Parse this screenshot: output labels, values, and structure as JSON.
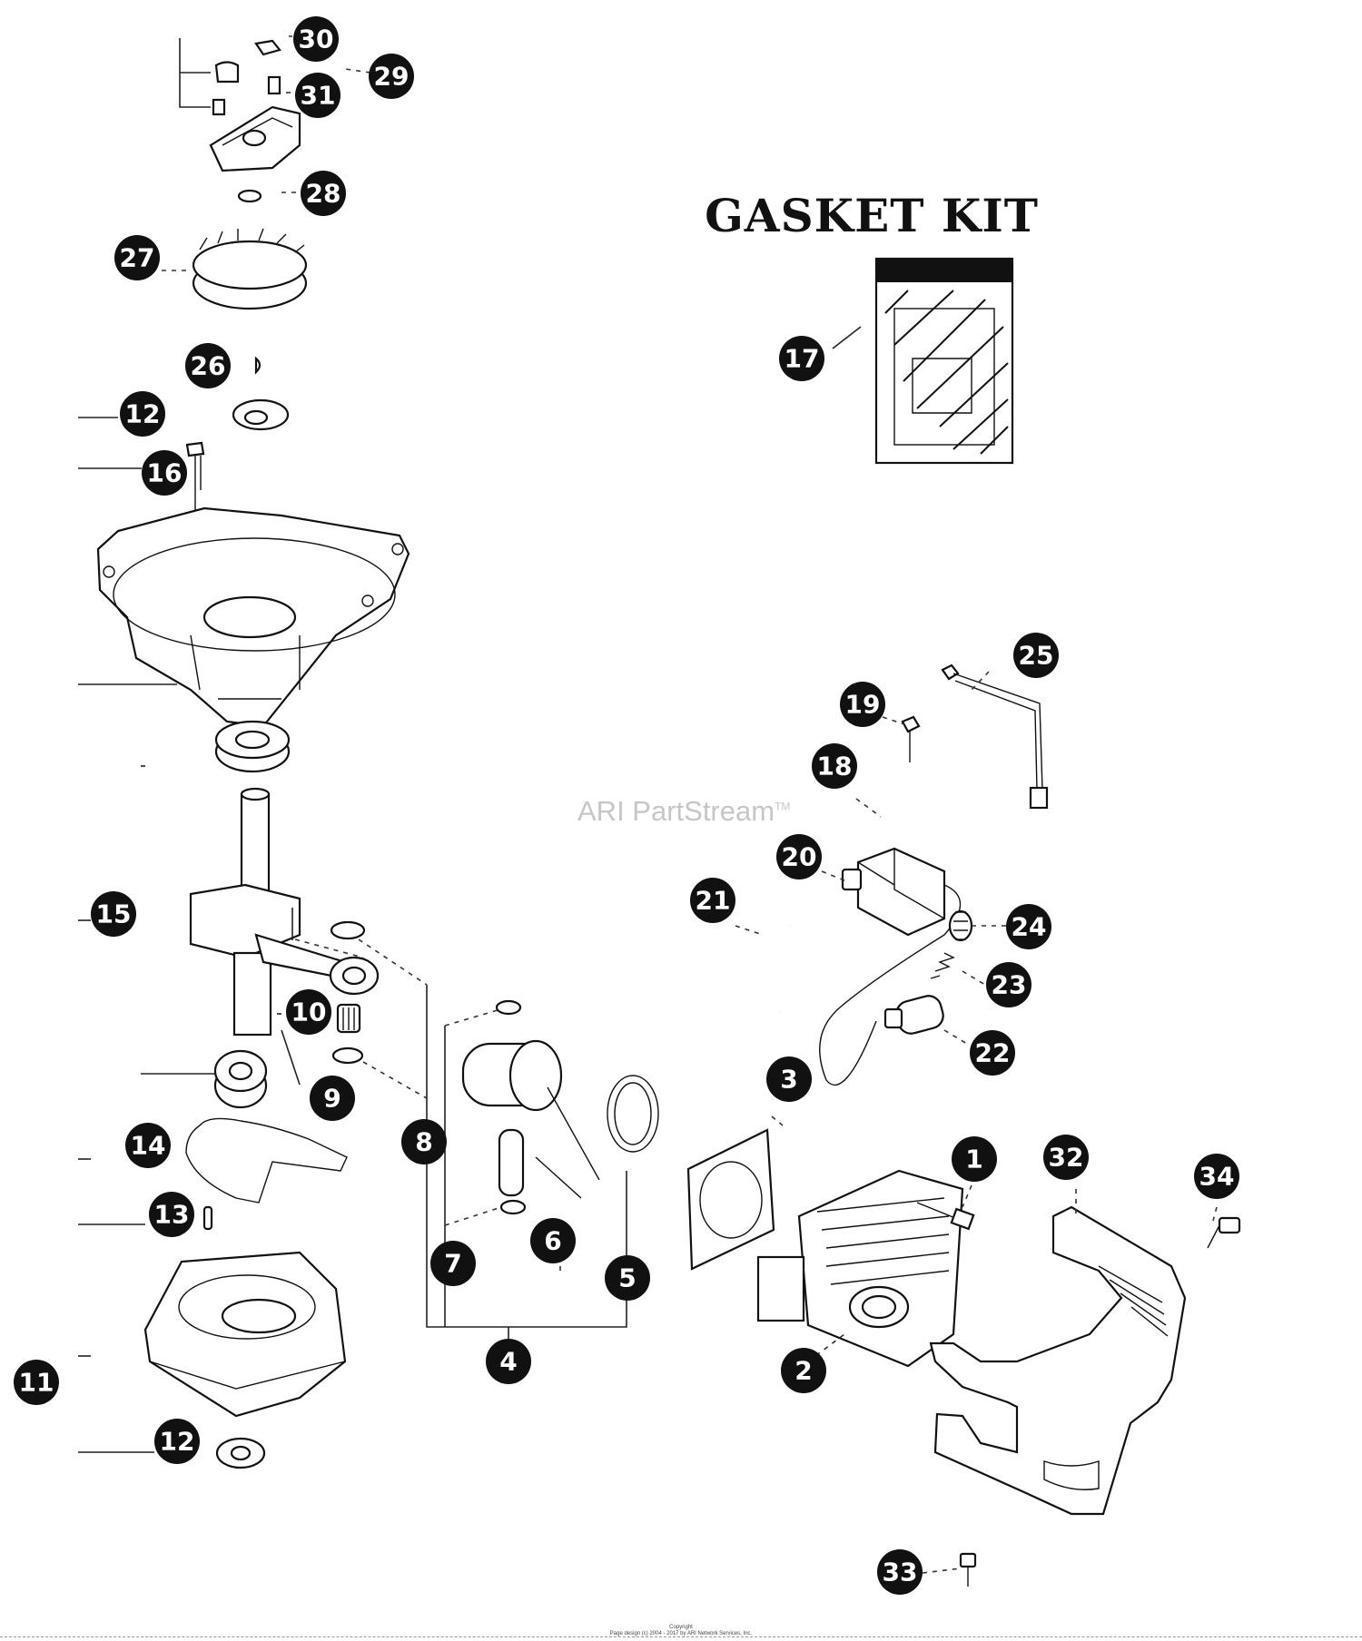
{
  "gasket_kit": {
    "title": "GASKET KIT"
  },
  "watermark": {
    "text": "ARI PartStream",
    "tm": "TM"
  },
  "copyright": {
    "line1": "Copyright",
    "line2": "Page design (c) 2004 - 2017 by ARI Network Services, Inc."
  },
  "callouts": [
    "30",
    "29",
    "31",
    "28",
    "27",
    "26",
    "12",
    "16",
    "15",
    "10",
    "9",
    "8",
    "14",
    "13",
    "11",
    "12",
    "7",
    "6",
    "5",
    "4",
    "3",
    "2",
    "1",
    "32",
    "34",
    "33",
    "17",
    "25",
    "19",
    "18",
    "20",
    "21",
    "24",
    "23",
    "22"
  ],
  "colors": {
    "ink": "#111111",
    "watermark": "#c6c6c6",
    "background": "#ffffff"
  }
}
